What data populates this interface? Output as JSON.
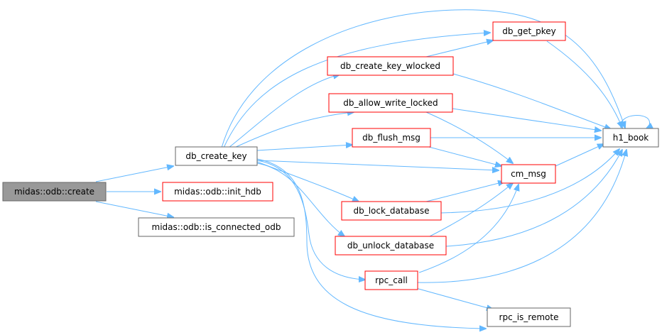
{
  "colors": {
    "edge": "#63b8ff",
    "root_fill": "#999999",
    "root_border": "#666666",
    "red_border": "#ff0000",
    "gray_border": "#666666",
    "node_fill": "#ffffff"
  },
  "nodes": {
    "create": "midas::odb::create",
    "db_create_key": "db_create_key",
    "init_hdb": "midas::odb::init_hdb",
    "is_connected_odb": "midas::odb::is_connected_odb",
    "db_create_key_wlocked": "db_create_key_wlocked",
    "db_get_pkey": "db_get_pkey",
    "db_allow_write_locked": "db_allow_write_locked",
    "db_flush_msg": "db_flush_msg",
    "db_lock_database": "db_lock_database",
    "db_unlock_database": "db_unlock_database",
    "rpc_call": "rpc_call",
    "cm_msg": "cm_msg",
    "h1_book": "h1_book",
    "rpc_is_remote": "rpc_is_remote"
  }
}
